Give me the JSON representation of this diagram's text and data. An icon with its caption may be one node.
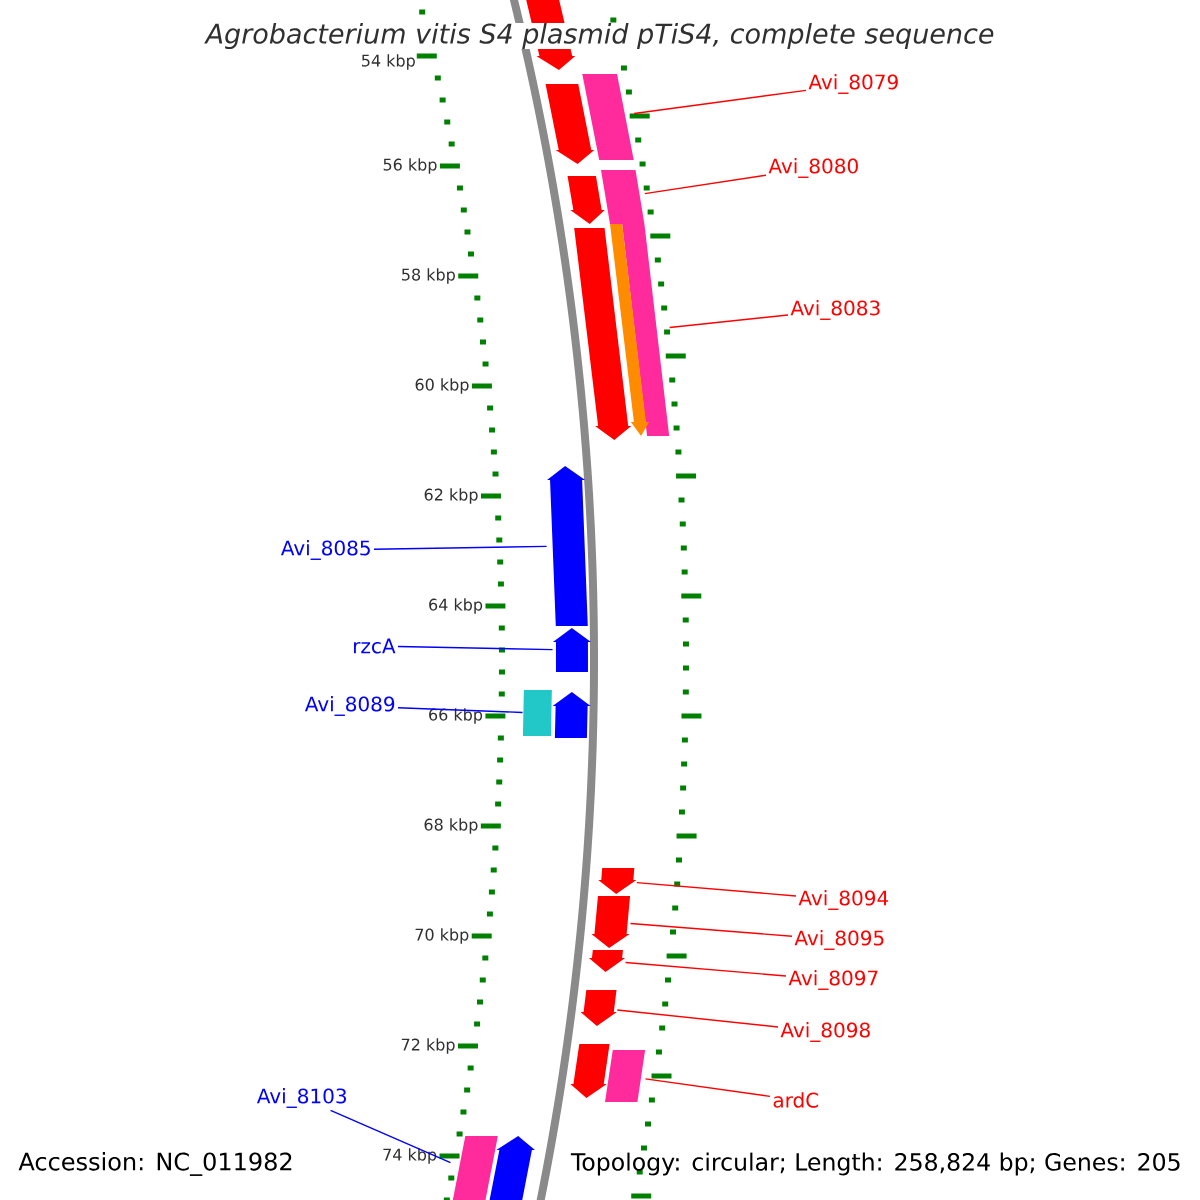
{
  "diagram": {
    "title": "Agrobacterium vitis S4 plasmid pTiS4, complete sequence",
    "nodes": [
      {
        "text": [
          "Avi_8079"
        ]
      },
      {
        "text": [],
        "shape": "bar"
      },
      {
        "text": [
          "Avi_8080"
        ]
      },
      {
        "text": [],
        "shape": "bar"
      },
      {
        "text": [
          "Avi_8083"
        ]
      },
      {
        "text": [],
        "shape": "bar"
      },
      {
        "text": [
          "Avi_8085"
        ]
      },
      {
        "text": [],
        "shape": "bar"
      },
      {
        "text": [
          "rzcA"
        ]
      },
      {
        "text": [],
        "shape": "bar"
      },
      {
        "text": [
          "Avi_8089"
        ]
      },
      {
        "text": [],
        "shape": "bar"
      },
      {
        "text": [
          "Avi_8094"
        ]
      },
      {
        "text": [],
        "shape": "bar"
      },
      {
        "text": [
          "Avi_8095"
        ]
      },
      {
        "text": [],
        "shape": "bar"
      },
      {
        "text": [
          "Avi_8097"
        ]
      },
      {
        "text": [],
        "shape": "bar"
      },
      {
        "text": [
          "Avi_8098"
        ]
      },
      {
        "text": [],
        "shape": "bar"
      },
      {
        "text": [
          "ardC"
        ]
      },
      {
        "text": [],
        "shape": "bar"
      },
      {
        "text": [
          "Avi_8103"
        ]
      },
      {
        "text": [],
        "shape": "bar"
      },
      {
        "text": [],
        "shape": "bar"
      },
      {
        "text": [],
        "shape": "bar"
      },
      {
        "text": [],
        "shape": "bar"
      },
      {
        "text": [],
        "shape": "bar"
      },
      {
        "text": [],
        "shape": "bar"
      },
      {
        "text": [],
        "shape": "bar"
      },
      {
        "text": [],
        "shape": "bar"
      },
      {
        "text": [],
        "shape": "bar"
      }
    ],
    "edges": [
      {
        "from": 0,
        "to": 1,
        "arrow": "none"
      },
      {
        "from": 2,
        "to": 3,
        "arrow": "none"
      },
      {
        "from": 4,
        "to": 5,
        "arrow": "none"
      },
      {
        "from": 6,
        "to": 7,
        "arrow": "none",
        "color": "#0000ff"
      },
      {
        "from": 8,
        "to": 9,
        "arrow": "none",
        "color": "#0000ff"
      },
      {
        "from": 10,
        "to": 11,
        "arrow": "none",
        "color": "#0000ff"
      },
      {
        "from": 12,
        "to": 13,
        "arrow": "none"
      },
      {
        "from": 14,
        "to": 15,
        "arrow": "none"
      },
      {
        "from": 16,
        "to": 17,
        "arrow": "none"
      },
      {
        "from": 18,
        "to": 19,
        "arrow": "none"
      },
      {
        "from": 20,
        "to": 21,
        "arrow": "none"
      },
      {
        "from": 22,
        "to": 23,
        "arrow": "none",
        "color": "#0000ff"
      }
    ],
    "labels": [
      "54 kbp",
      "56 kbp",
      "58 kbp",
      "60 kbp",
      "62 kbp",
      "64 kbp",
      "66 kbp",
      "68 kbp",
      "70 kbp",
      "72 kbp",
      "74 kbp",
      "Accession: NC_011982",
      "Topology: circular; Length: 258,824 bp; Genes: 205"
    ]
  }
}
